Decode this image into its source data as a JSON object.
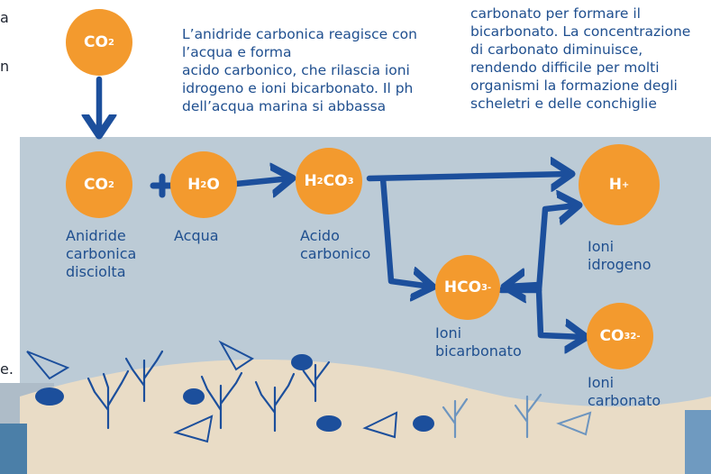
{
  "left_fragments": [
    "a",
    "n",
    "e."
  ],
  "intro_text": {
    "line1": "L’anidride carbonica reagisce con",
    "line2": "l’acqua e forma",
    "line3": "acido carbonico, che rilascia ioni",
    "line4": "idrogeno e ioni bicarbonato. Il ph",
    "line5": "dell’acqua marina si abbassa"
  },
  "carbonate_text": {
    "line1": "carbonato per formare il",
    "line2": "bicarbonato. La concentrazione",
    "line3": "di carbonato diminuisce,",
    "line4": "rendendo difficile per molti",
    "line5": "organismi la formazione degli",
    "line6": "scheletri e delle conchiglie"
  },
  "molecules": {
    "co2_air": {
      "base": "CO",
      "sub": "2"
    },
    "co2_water": {
      "base": "CO",
      "sub": "2"
    },
    "h2o": {
      "a": "H",
      "sub": "2",
      "b": "O"
    },
    "h2co3": {
      "a": "H",
      "sub1": "2",
      "b": "CO",
      "sub2": "3"
    },
    "hco3": {
      "base": "HCO",
      "sub": "3",
      "sup": "-"
    },
    "h": {
      "base": "H",
      "sup": "+"
    },
    "co3": {
      "base": "CO",
      "sub": "3",
      "sup": "2-"
    }
  },
  "plus_sign": "+",
  "labels": {
    "co2": [
      "Anidride",
      "carbonica",
      "disciolta"
    ],
    "water": [
      "Acqua"
    ],
    "acid": [
      "Acido",
      "carbonico"
    ],
    "bicarbonate": [
      "Ioni",
      "bicarbonato"
    ],
    "hydrogen": [
      "Ioni",
      "idrogeno"
    ],
    "carbonate": [
      "Ioni",
      "carbonato"
    ]
  },
  "colors": {
    "orange": "#f39a2e",
    "arrow_blue": "#1c4f9c",
    "water": "#bccbd6",
    "sand": "#e9dcc6",
    "text_blue": "#1f4f8f"
  }
}
